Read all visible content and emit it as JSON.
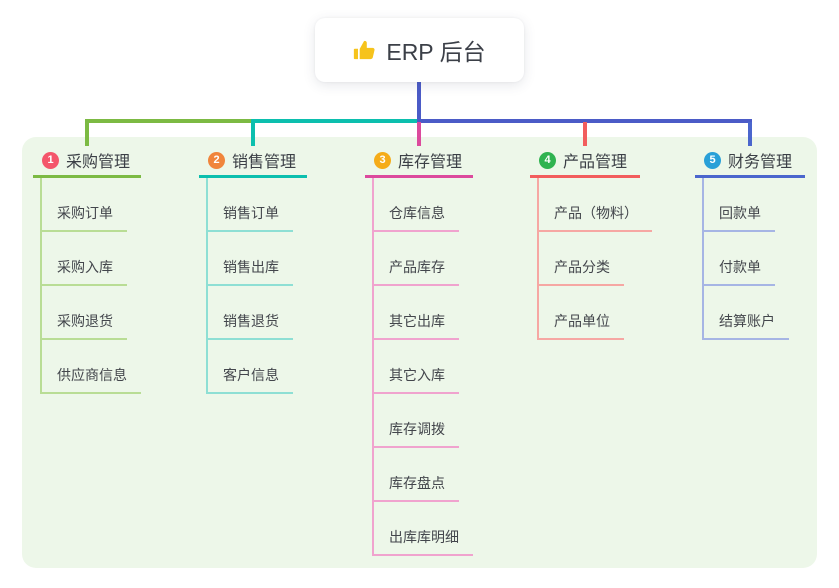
{
  "root": {
    "label": "ERP 后台",
    "icon": "thumbs-up"
  },
  "colors": {
    "canvas_bg": "#ffffff",
    "panel_bg": "#edf7e9",
    "root_connector": "#4b5bc7",
    "text": "#3c4048",
    "thumb_icon": "#f6c31c"
  },
  "branches": [
    {
      "index": "1",
      "label": "采购管理",
      "badge_color": "#f4566b",
      "line_color": "#7cba43",
      "child_line_color": "#b9dd95",
      "children": [
        "采购订单",
        "采购入库",
        "采购退货",
        "供应商信息"
      ]
    },
    {
      "index": "2",
      "label": "销售管理",
      "badge_color": "#f0853c",
      "line_color": "#0cbfae",
      "child_line_color": "#8edfd4",
      "children": [
        "销售订单",
        "销售出库",
        "销售退货",
        "客户信息"
      ]
    },
    {
      "index": "3",
      "label": "库存管理",
      "badge_color": "#f5ac19",
      "line_color": "#dc4a9d",
      "child_line_color": "#f0a3ce",
      "children": [
        "仓库信息",
        "产品库存",
        "其它出库",
        "其它入库",
        "库存调拨",
        "库存盘点",
        "出库库明细"
      ]
    },
    {
      "index": "4",
      "label": "产品管理",
      "badge_color": "#2fb350",
      "line_color": "#f25d5d",
      "child_line_color": "#f6a7a3",
      "children": [
        "产品（物料）",
        "产品分类",
        "产品单位"
      ]
    },
    {
      "index": "5",
      "label": "财务管理",
      "badge_color": "#29a0d8",
      "line_color": "#4b66cd",
      "child_line_color": "#a6b5e4",
      "children": [
        "回款单",
        "付款单",
        "结算账户"
      ]
    }
  ]
}
